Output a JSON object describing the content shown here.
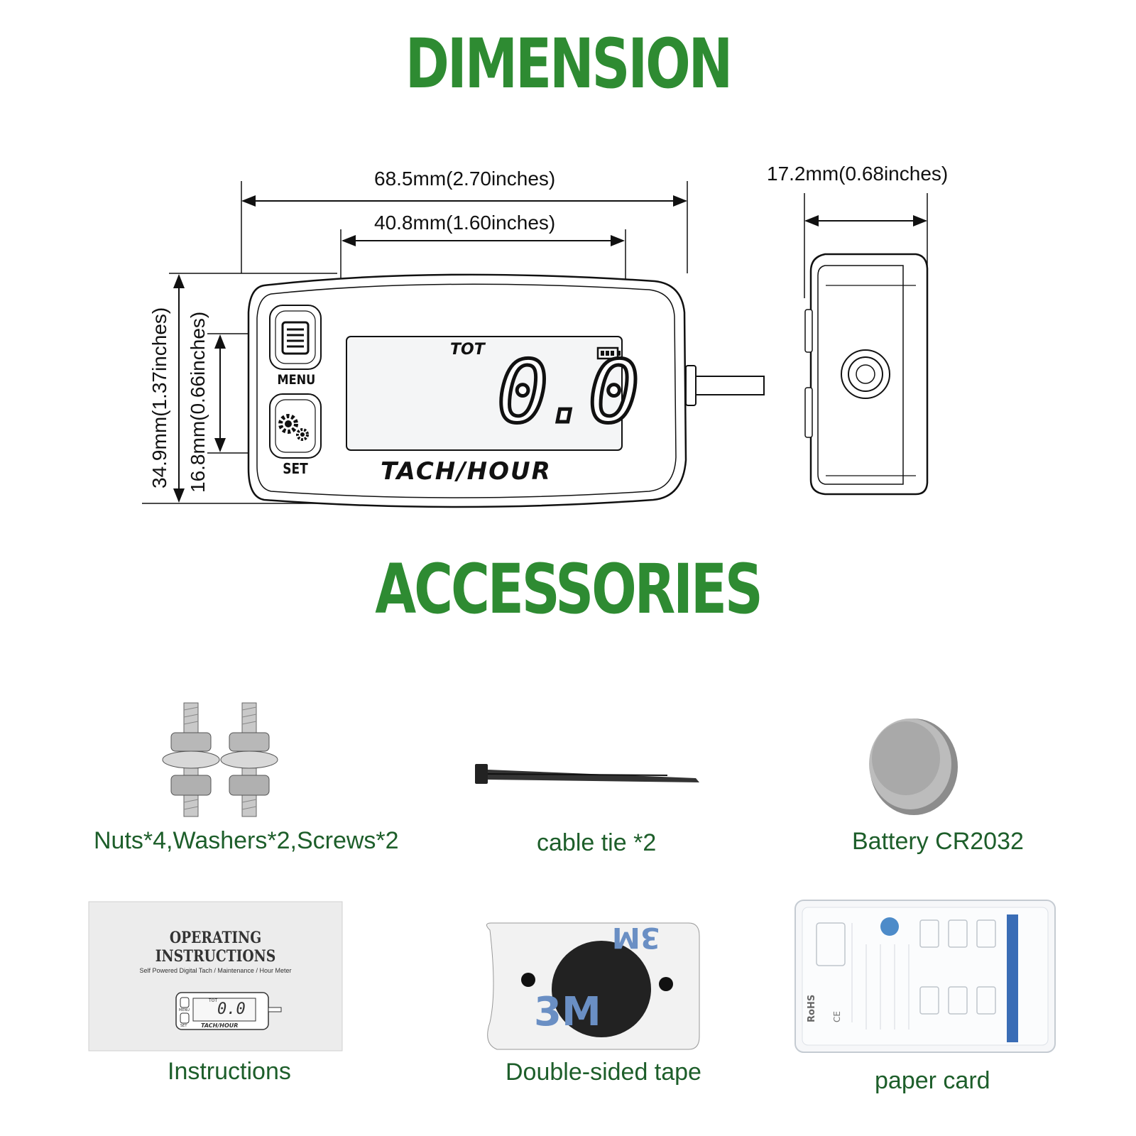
{
  "headings": {
    "dimension": "DIMENSION",
    "accessories": "ACCESSORIES"
  },
  "colors": {
    "heading_green": "#2e8b32",
    "caption_green": "#1d5e2a",
    "line": "#111111",
    "display_blue_gray": "#f4f5f6"
  },
  "dimensions": {
    "overall_width": "68.5mm(2.70inches)",
    "display_width": "40.8mm(1.60inches)",
    "depth": "17.2mm(0.68inches)",
    "overall_height": "34.9mm(1.37inches)",
    "display_height": "16.8mm(0.66inches)"
  },
  "meter": {
    "menu_label": "MENU",
    "set_label": "SET",
    "tot_label": "TOT",
    "reading": "0.0",
    "brand_label": "TACH/HOUR",
    "menu_icon": "menu-list-icon",
    "set_icon": "gears-icon",
    "battery_icon": "battery-icon"
  },
  "accessories": [
    {
      "label": "Nuts*4,Washers*2,Screws*2",
      "icon": "screws-nuts-icon"
    },
    {
      "label": "cable tie *2",
      "icon": "cable-tie-icon"
    },
    {
      "label": "Battery CR2032",
      "icon": "coin-battery-icon"
    },
    {
      "label": "Instructions",
      "icon": "instructions-booklet-icon"
    },
    {
      "label": "Double-sided tape",
      "icon": "tape-icon"
    },
    {
      "label": "paper card",
      "icon": "paper-card-icon"
    }
  ],
  "instructions_booklet": {
    "title": "OPERATING INSTRUCTIONS",
    "subtitle": "Self Powered Digital Tach / Maintenance / Hour Meter",
    "mini_reading": "0.0",
    "mini_brand": "TACH/HOUR",
    "mini_tot": "TOT",
    "mini_menu": "MENU",
    "mini_set": "SET"
  },
  "tape": {
    "brand": "3M"
  },
  "paper_card": {
    "marks": "RoHS",
    "ce": "CE"
  }
}
